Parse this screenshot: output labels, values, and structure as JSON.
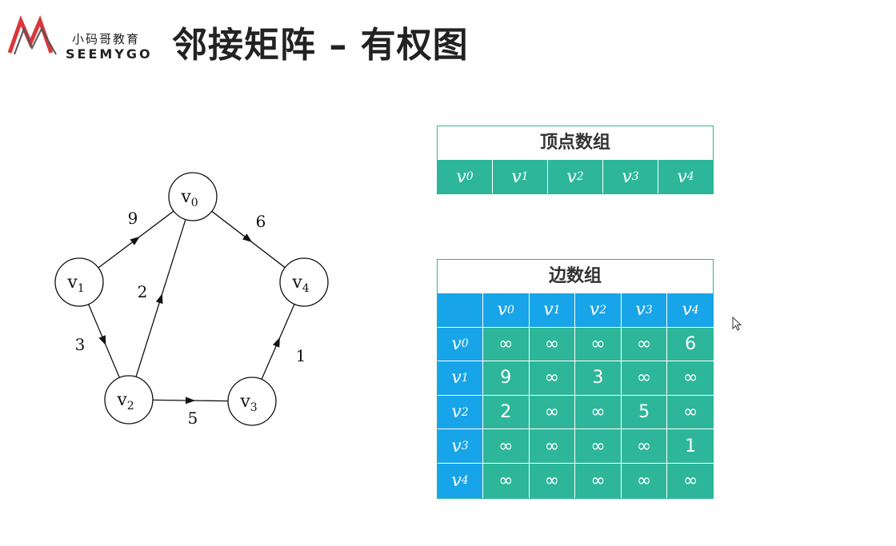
{
  "header": {
    "logo_cn": "小码哥教育",
    "logo_en": "SEEMYGO",
    "title": "邻接矩阵 – 有权图"
  },
  "graph": {
    "nodes": [
      {
        "id": "v0",
        "base": "v",
        "sub": "0"
      },
      {
        "id": "v1",
        "base": "v",
        "sub": "1"
      },
      {
        "id": "v2",
        "base": "v",
        "sub": "2"
      },
      {
        "id": "v3",
        "base": "v",
        "sub": "3"
      },
      {
        "id": "v4",
        "base": "v",
        "sub": "4"
      }
    ],
    "edges": [
      {
        "from": "v1",
        "to": "v0",
        "weight": "9"
      },
      {
        "from": "v0",
        "to": "v4",
        "weight": "6"
      },
      {
        "from": "v2",
        "to": "v0",
        "weight": "2"
      },
      {
        "from": "v1",
        "to": "v2",
        "weight": "3"
      },
      {
        "from": "v2",
        "to": "v3",
        "weight": "5"
      },
      {
        "from": "v3",
        "to": "v4",
        "weight": "1"
      }
    ]
  },
  "vertex_array": {
    "title": "顶点数组",
    "items": [
      {
        "base": "v",
        "sub": "0"
      },
      {
        "base": "v",
        "sub": "1"
      },
      {
        "base": "v",
        "sub": "2"
      },
      {
        "base": "v",
        "sub": "3"
      },
      {
        "base": "v",
        "sub": "4"
      }
    ]
  },
  "edge_array": {
    "title": "边数组",
    "columns": [
      {
        "base": "v",
        "sub": "0"
      },
      {
        "base": "v",
        "sub": "1"
      },
      {
        "base": "v",
        "sub": "2"
      },
      {
        "base": "v",
        "sub": "3"
      },
      {
        "base": "v",
        "sub": "4"
      }
    ],
    "rows": [
      {
        "head": {
          "base": "v",
          "sub": "0"
        },
        "cells": [
          "∞",
          "∞",
          "∞",
          "∞",
          "6"
        ]
      },
      {
        "head": {
          "base": "v",
          "sub": "1"
        },
        "cells": [
          "9",
          "∞",
          "3",
          "∞",
          "∞"
        ]
      },
      {
        "head": {
          "base": "v",
          "sub": "2"
        },
        "cells": [
          "2",
          "∞",
          "∞",
          "5",
          "∞"
        ]
      },
      {
        "head": {
          "base": "v",
          "sub": "3"
        },
        "cells": [
          "∞",
          "∞",
          "∞",
          "∞",
          "1"
        ]
      },
      {
        "head": {
          "base": "v",
          "sub": "4"
        },
        "cells": [
          "∞",
          "∞",
          "∞",
          "∞",
          "∞"
        ]
      }
    ]
  },
  "colors": {
    "teal": "#2db69a",
    "blue": "#18a4e8",
    "logo_red": "#d8373c"
  }
}
